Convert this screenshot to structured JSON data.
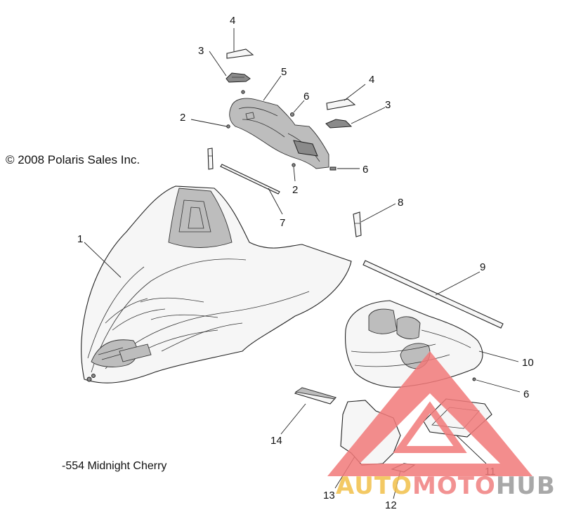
{
  "copyright": "© 2008 Polaris Sales Inc.",
  "color_note": "-554 Midnight Cherry",
  "callouts": [
    {
      "id": "c1",
      "text": "1"
    },
    {
      "id": "c2a",
      "text": "2"
    },
    {
      "id": "c2b",
      "text": "2"
    },
    {
      "id": "c3a",
      "text": "3"
    },
    {
      "id": "c3b",
      "text": "3"
    },
    {
      "id": "c4a",
      "text": "4"
    },
    {
      "id": "c4b",
      "text": "4"
    },
    {
      "id": "c5",
      "text": "5"
    },
    {
      "id": "c6a",
      "text": "6"
    },
    {
      "id": "c6b",
      "text": "6"
    },
    {
      "id": "c6c",
      "text": "6"
    },
    {
      "id": "c7",
      "text": "7"
    },
    {
      "id": "c8",
      "text": "8"
    },
    {
      "id": "c9",
      "text": "9"
    },
    {
      "id": "c10",
      "text": "10"
    },
    {
      "id": "c11",
      "text": "11"
    },
    {
      "id": "c12",
      "text": "12"
    },
    {
      "id": "c13",
      "text": "13"
    },
    {
      "id": "c14",
      "text": "14"
    }
  ],
  "watermark": {
    "part1": "AUTO",
    "part2": "MOTO",
    "part3": "HUB",
    "color1": "#f2c04a",
    "color2": "#f08080",
    "color3": "#9a9a9a",
    "triangle_color": "#f27a7a"
  }
}
